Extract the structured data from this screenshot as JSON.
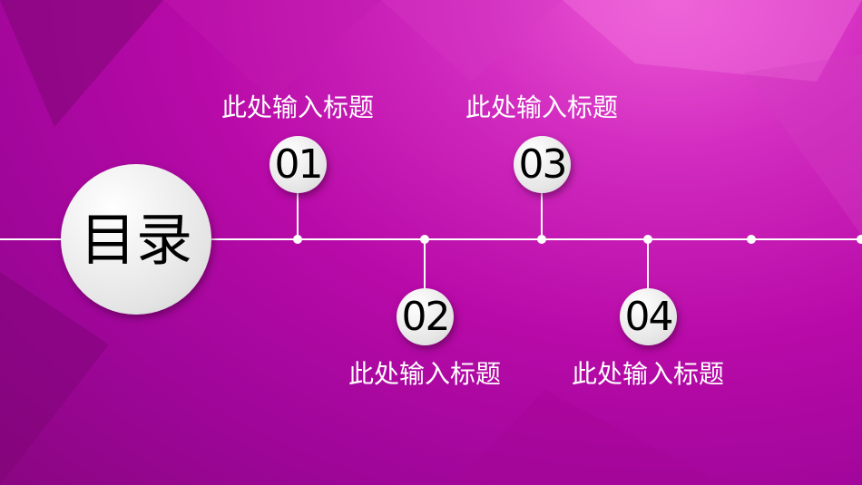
{
  "main_title": "目录",
  "items": [
    {
      "number": "01",
      "title": "此处输入标题"
    },
    {
      "number": "02",
      "title": "此处输入标题"
    },
    {
      "number": "03",
      "title": "此处输入标题"
    },
    {
      "number": "04",
      "title": "此处输入标题"
    }
  ],
  "colors": {
    "background": "#b80aa8",
    "accent": "#ffffff"
  }
}
